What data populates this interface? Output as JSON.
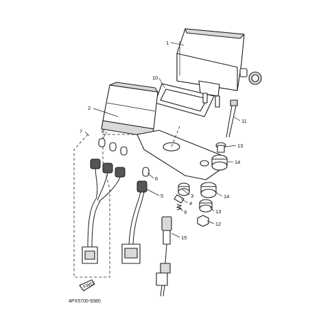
{
  "diagram": {
    "drawing_code": "4PX5700-9380",
    "front_marker": "FWD",
    "callouts": [
      "1",
      "2",
      "3",
      "4",
      "5",
      "6",
      "7",
      "8",
      "9",
      "10",
      "11",
      "12",
      "13",
      "13",
      "14",
      "14",
      "15"
    ]
  }
}
